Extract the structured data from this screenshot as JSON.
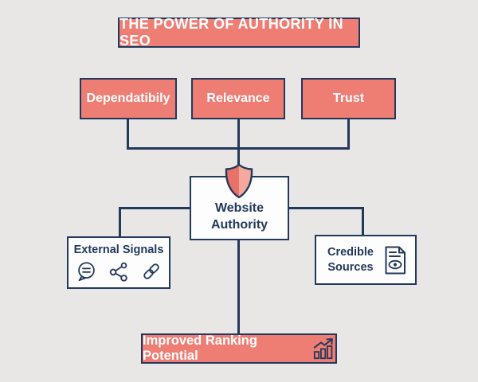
{
  "palette": {
    "background": "#e8e7e6",
    "salmon": "#ee7d74",
    "navy": "#22395c",
    "box_white": "#fdfdfd",
    "shield_left": "#e87168",
    "shield_right": "#f5a89e"
  },
  "title": {
    "label": "THE POWER OF AUTHORITY IN SEO"
  },
  "factors": [
    {
      "label": "Dependatibily"
    },
    {
      "label": "Relevance"
    },
    {
      "label": "Trust"
    }
  ],
  "center": {
    "label": "Website Authority",
    "icon": "shield-icon"
  },
  "left_box": {
    "title": "External Signals",
    "icons": [
      "speech-bubble-icon",
      "share-icon",
      "link-icon"
    ]
  },
  "right_box": {
    "title": "Credible Sources",
    "icon": "document-eye-icon"
  },
  "bottom": {
    "label": "Improved Ranking Potential",
    "icon": "bar-chart-arrow-icon"
  }
}
